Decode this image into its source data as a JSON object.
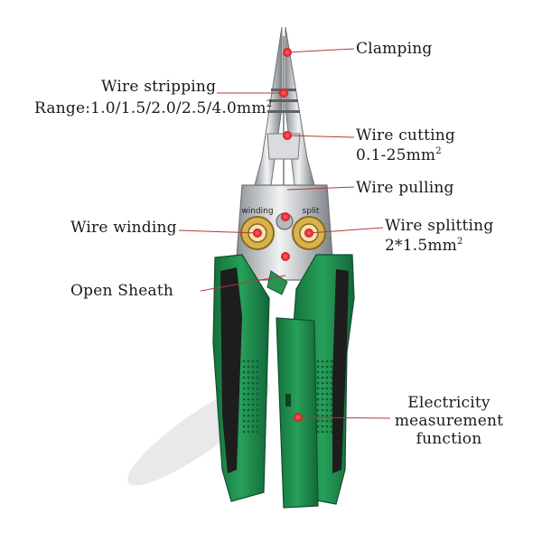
{
  "labels": {
    "clamping": "Clamping",
    "wire_stripping": "Wire stripping",
    "stripping_range": "Range:1.0/1.5/2.0/2.5/4.0mm",
    "stripping_range_sup": "2",
    "wire_cutting": "Wire cutting",
    "cutting_range": "0.1-25mm",
    "cutting_range_sup": "2",
    "wire_pulling": "Wire pulling",
    "wire_winding": "Wire winding",
    "wire_splitting": "Wire splitting",
    "splitting_spec": "2*1.5mm",
    "splitting_spec_sup": "2",
    "open_sheath": "Open Sheath",
    "electricity_line1": "Electricity",
    "electricity_line2": "measurement",
    "electricity_line3": "function"
  },
  "tool_markings": {
    "winding": "winding",
    "split": "split"
  },
  "colors": {
    "handle_green": "#1f8a4a",
    "handle_black": "#1d1d1d",
    "steel": "#c9ccd0",
    "brass": "#c9a23a",
    "pointer": "#e0202a"
  }
}
